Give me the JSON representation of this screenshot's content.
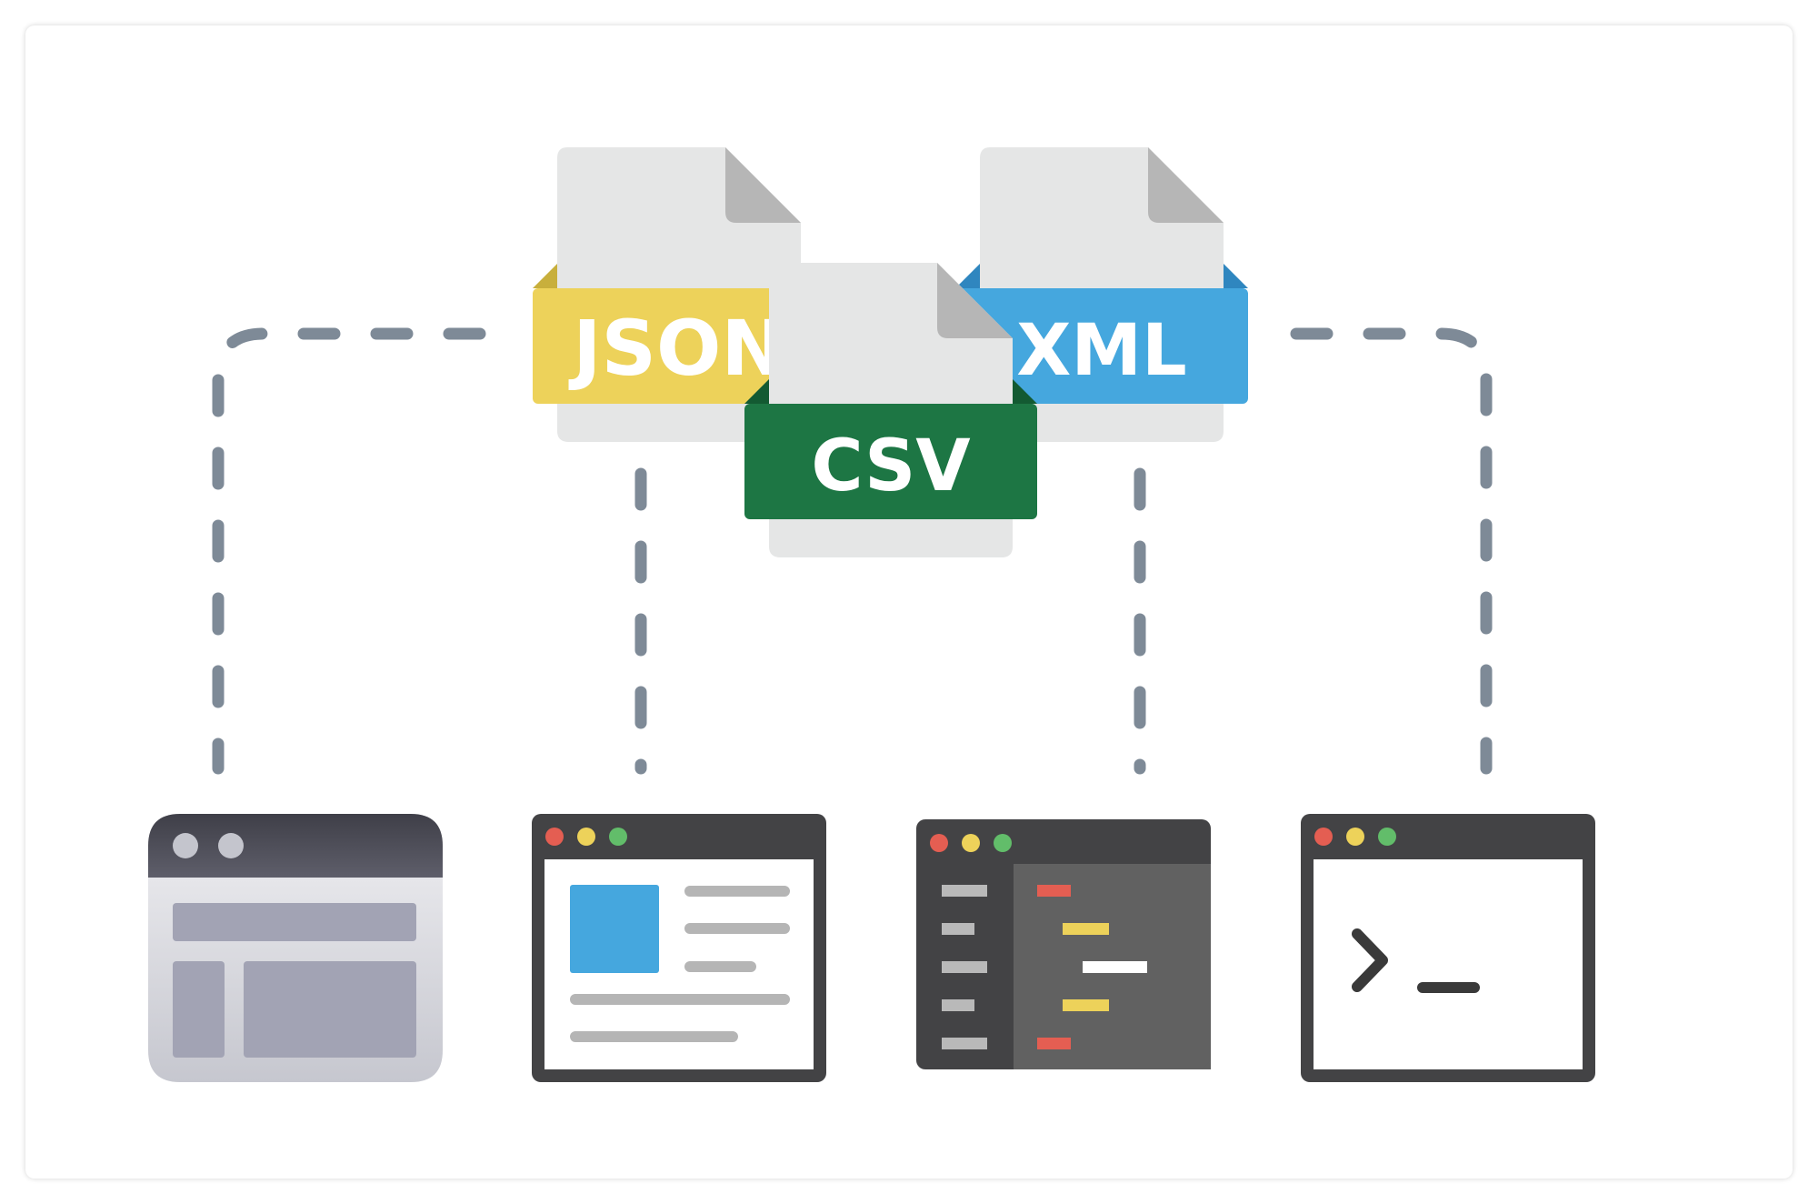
{
  "files": [
    {
      "id": "json",
      "label": "JSON",
      "color": "#EDD25A",
      "fold_color": "#C8AF3C"
    },
    {
      "id": "xml",
      "label": "XML",
      "color": "#45A7DE",
      "fold_color": "#2F86BF"
    },
    {
      "id": "csv",
      "label": "CSV",
      "color": "#1D7644",
      "fold_color": "#135A32"
    }
  ],
  "targets": [
    {
      "id": "desktop-app-window",
      "icon": "app-window-icon"
    },
    {
      "id": "web-page-window",
      "icon": "browser-window-icon"
    },
    {
      "id": "code-editor-window",
      "icon": "code-editor-icon"
    },
    {
      "id": "terminal-window",
      "icon": "terminal-window-icon"
    }
  ],
  "colors": {
    "connector": "#7E8A97",
    "document_paper": "#E5E6E6",
    "document_fold": "#B6B6B6",
    "window_frame_dark": "#434345",
    "dot_red": "#E45E52",
    "dot_yellow": "#EDD25A",
    "dot_green": "#62BD6A"
  }
}
